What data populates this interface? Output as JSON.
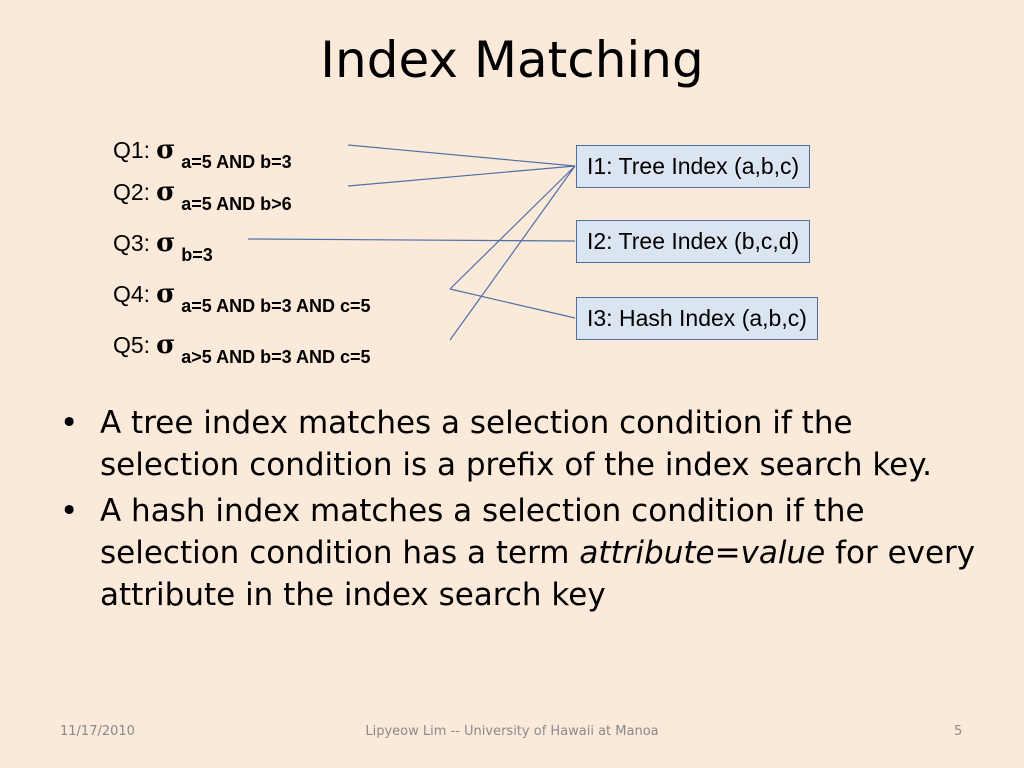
{
  "title": "Index Matching",
  "queries": [
    {
      "label": "Q1:",
      "sigma": "σ",
      "condition": "a=5 AND b=3"
    },
    {
      "label": "Q2:",
      "sigma": "σ",
      "condition": "a=5 AND b>6"
    },
    {
      "label": "Q3:",
      "sigma": "σ",
      "condition": "b=3"
    },
    {
      "label": "Q4:",
      "sigma": "σ",
      "condition": "a=5 AND b=3 AND c=5"
    },
    {
      "label": "Q5:",
      "sigma": "σ",
      "condition": "a>5 AND b=3 AND c=5"
    }
  ],
  "indexes": [
    {
      "label": "I1: Tree Index (a,b,c)"
    },
    {
      "label": "I2: Tree Index (b,c,d)"
    },
    {
      "label": "I3: Hash Index (a,b,c)"
    }
  ],
  "bullets": [
    {
      "text": "A tree index matches a selection condition if the selection condition is a prefix of the index search key."
    },
    {
      "before": "A hash index matches a selection condition if the selection condition has a term ",
      "em": "attribute=value",
      "after": " for every attribute in the index search key"
    }
  ],
  "footer": {
    "date": "11/17/2010",
    "author": "Lipyeow Lim -- University of Hawaii at Manoa",
    "page": "5"
  },
  "colors": {
    "background": "#fbe9da",
    "box_fill": "#dbe5f1",
    "box_border": "#4f6fa8",
    "line": "#4f6fa8"
  }
}
